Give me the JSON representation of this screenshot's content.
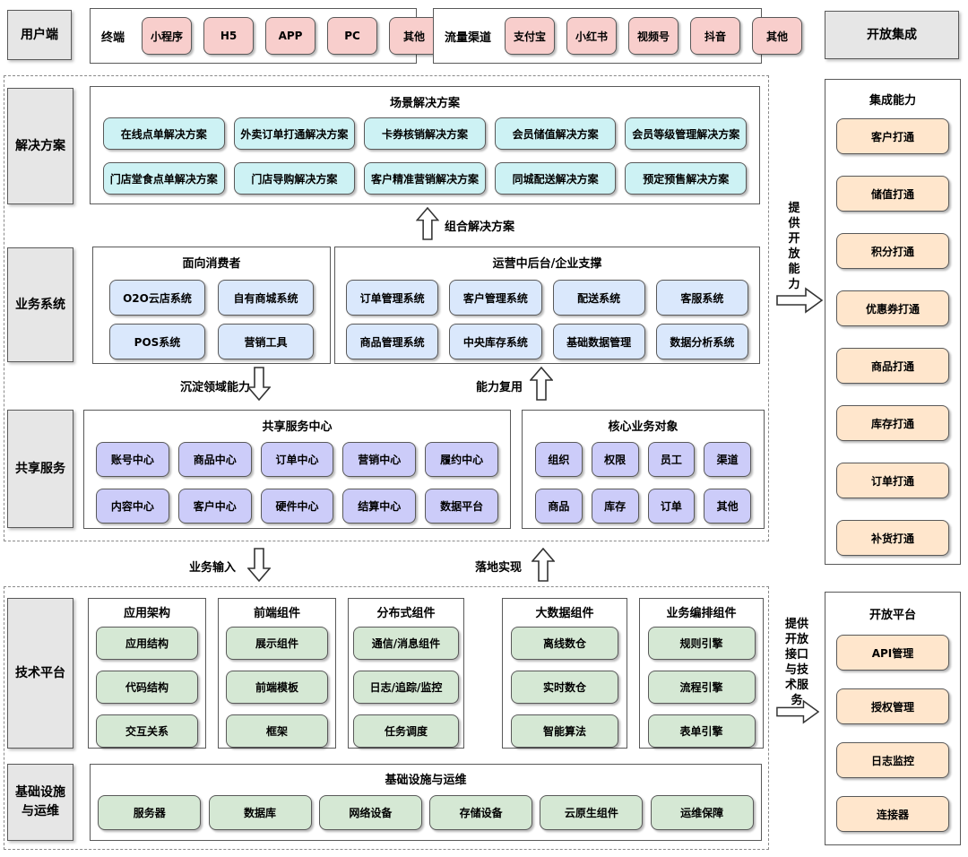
{
  "colors": {
    "pink": "#f8cecc",
    "cyan": "#cdf2f4",
    "blue": "#dae8fc",
    "purple": "#ccccf9",
    "green": "#d5e8d4",
    "orange": "#ffe6cc",
    "gray": "#e6e6e6"
  },
  "top": {
    "user_side": "用户端",
    "terminal": {
      "label": "终端",
      "chips": [
        "小程序",
        "H5",
        "APP",
        "PC",
        "其他"
      ]
    },
    "traffic": {
      "label": "流量渠道",
      "chips": [
        "支付宝",
        "小红书",
        "视频号",
        "抖音",
        "其他"
      ]
    },
    "open_integration": "开放集成"
  },
  "solutions": {
    "section_label": "解决方案",
    "group_title": "场景解决方案",
    "row1": [
      "在线点单解决方案",
      "外卖订单打通解决方案",
      "卡券核销解决方案",
      "会员储值解决方案",
      "会员等级管理解决方案"
    ],
    "row2": [
      "门店堂食点单解决方案",
      "门店导购解决方案",
      "客户精准营销解决方案",
      "同城配送解决方案",
      "预定预售解决方案"
    ]
  },
  "business": {
    "section_label": "业务系统",
    "consumer": {
      "title": "面向消费者",
      "chips": [
        "O2O云店系统",
        "自有商城系统",
        "POS系统",
        "营销工具"
      ]
    },
    "operations": {
      "title": "运营中后台/企业支撑",
      "row1": [
        "订单管理系统",
        "客户管理系统",
        "配送系统",
        "客服系统"
      ],
      "row2": [
        "商品管理系统",
        "中央库存系统",
        "基础数据管理",
        "数据分析系统"
      ]
    }
  },
  "shared": {
    "section_label": "共享服务",
    "center": {
      "title": "共享服务中心",
      "row1": [
        "账号中心",
        "商品中心",
        "订单中心",
        "营销中心",
        "履约中心"
      ],
      "row2": [
        "内容中心",
        "客户中心",
        "硬件中心",
        "结算中心",
        "数据平台"
      ]
    },
    "core": {
      "title": "核心业务对象",
      "row1": [
        "组织",
        "权限",
        "员工",
        "渠道"
      ],
      "row2": [
        "商品",
        "库存",
        "订单",
        "其他"
      ]
    }
  },
  "integration": {
    "title": "集成能力",
    "chips": [
      "客户打通",
      "储值打通",
      "积分打通",
      "优惠券打通",
      "商品打通",
      "库存打通",
      "订单打通",
      "补货打通"
    ]
  },
  "tech": {
    "section_label": "技术平台",
    "columns": [
      {
        "title": "应用架构",
        "chips": [
          "应用结构",
          "代码结构",
          "交互关系"
        ]
      },
      {
        "title": "前端组件",
        "chips": [
          "展示组件",
          "前端模板",
          "框架"
        ]
      },
      {
        "title": "分布式组件",
        "chips": [
          "通信/消息组件",
          "日志/追踪/监控",
          "任务调度"
        ]
      },
      {
        "title": "大数据组件",
        "chips": [
          "离线数仓",
          "实时数仓",
          "智能算法"
        ]
      },
      {
        "title": "业务编排组件",
        "chips": [
          "规则引擎",
          "流程引擎",
          "表单引擎"
        ]
      }
    ]
  },
  "infra": {
    "section_label_line1": "基础设施",
    "section_label_line2": "与运维",
    "group_title": "基础设施与运维",
    "chips": [
      "服务器",
      "数据库",
      "网络设备",
      "存储设备",
      "云原生组件",
      "运维保障"
    ]
  },
  "open_platform": {
    "title": "开放平台",
    "chips": [
      "API管理",
      "授权管理",
      "日志监控",
      "连接器"
    ]
  },
  "arrows": {
    "combine": "组合解决方案",
    "sediment": "沉淀领域能力",
    "reuse": "能力复用",
    "business_input": "业务输入",
    "implement": "落地实现",
    "open_capability": "提供开放能力",
    "open_api": "提供开放接口与技术服务"
  }
}
